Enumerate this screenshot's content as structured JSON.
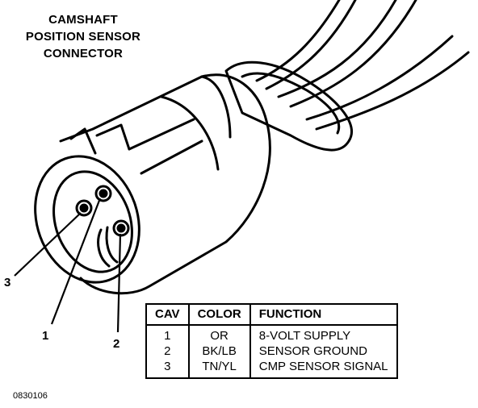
{
  "title": {
    "line1": "CAMSHAFT",
    "line2": "POSITION SENSOR",
    "line3": "CONNECTOR"
  },
  "pins": {
    "left": "3",
    "bottom_left": "1",
    "bottom_right": "2"
  },
  "table": {
    "headers": [
      "CAV",
      "COLOR",
      "FUNCTION"
    ],
    "rows": [
      {
        "cav": "1",
        "color": "OR",
        "function": "8-VOLT SUPPLY"
      },
      {
        "cav": "2",
        "color": "BK/LB",
        "function": "SENSOR GROUND"
      },
      {
        "cav": "3",
        "color": "TN/YL",
        "function": "CMP SENSOR SIGNAL"
      }
    ]
  },
  "figure_id": "0830106"
}
